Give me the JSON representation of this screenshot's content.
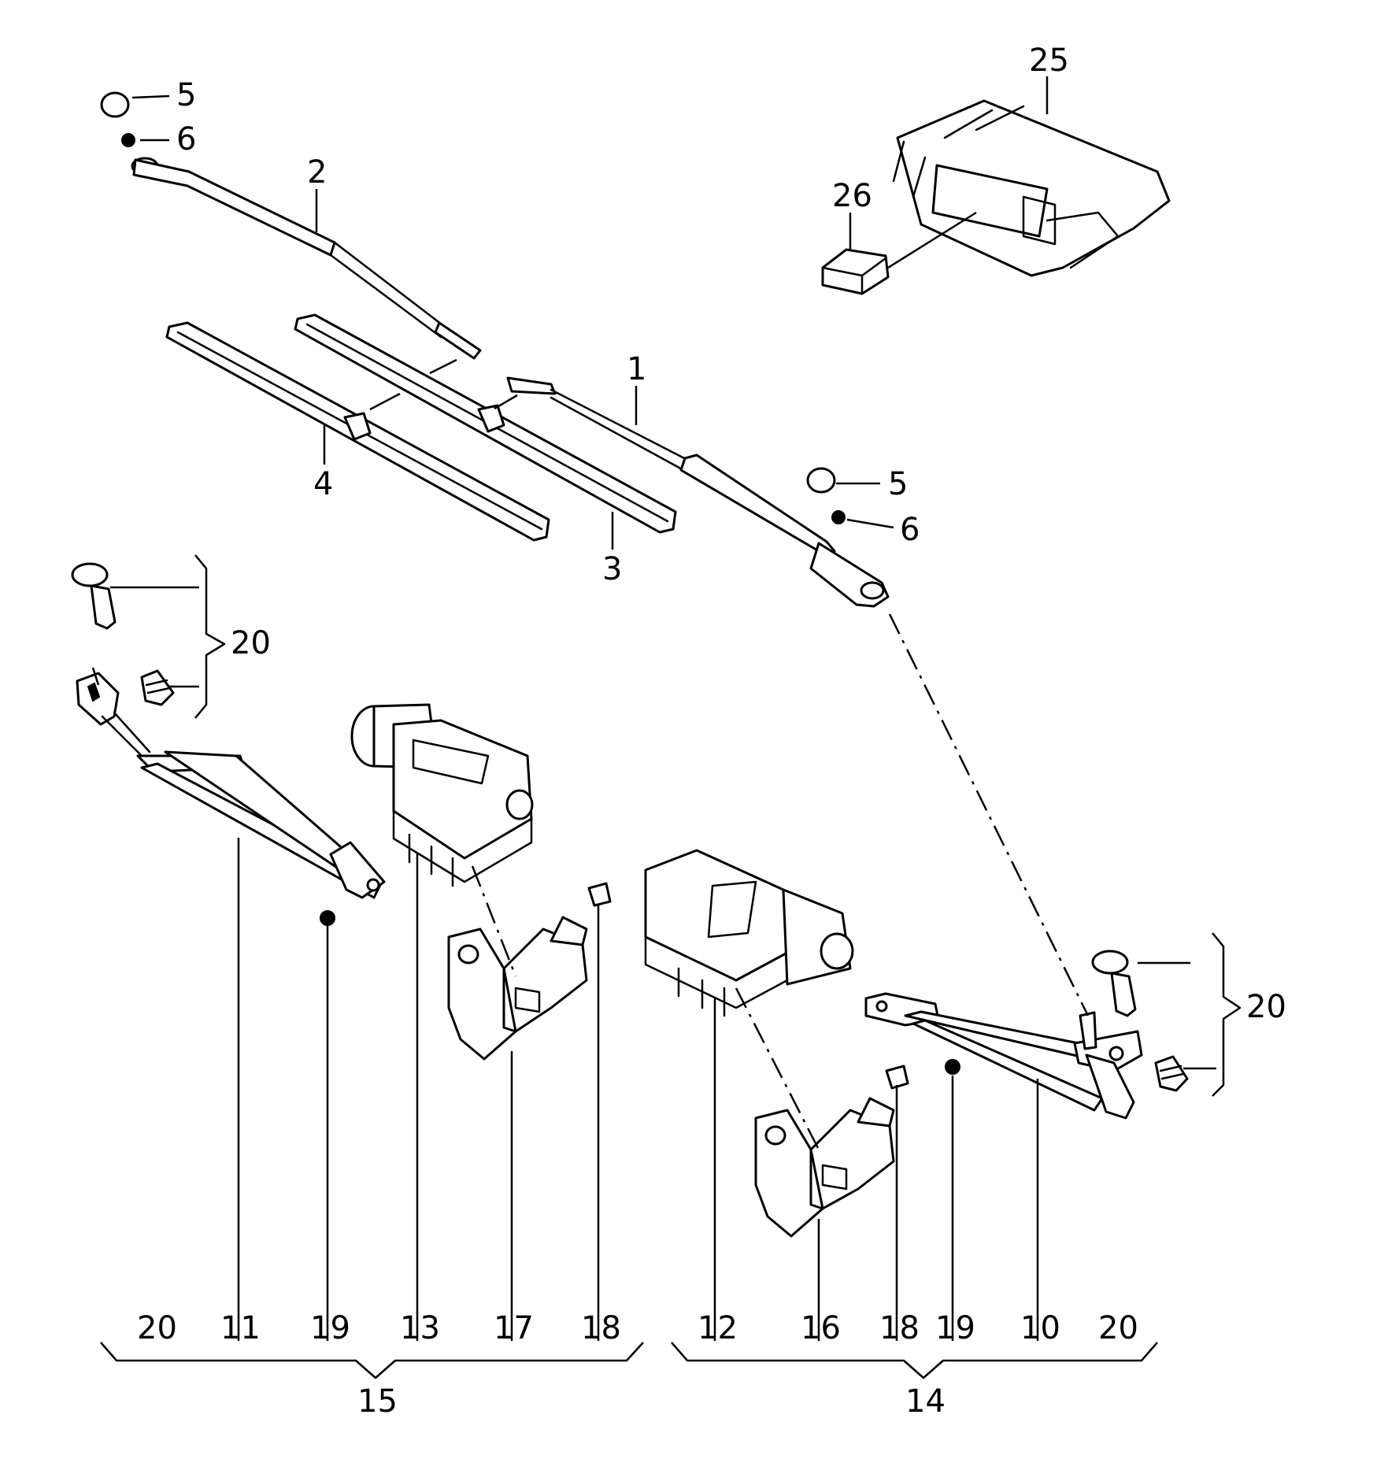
{
  "labels": {
    "p1": "1",
    "p2": "2",
    "p3": "3",
    "p4": "4",
    "p5a": "5",
    "p5b": "5",
    "p6a": "6",
    "p6b": "6",
    "p20a": "20",
    "p20b": "20",
    "p25": "25",
    "p26": "26",
    "b20L": "20",
    "b11": "11",
    "b19L": "19",
    "b13": "13",
    "b17": "17",
    "b18L": "18",
    "b12": "12",
    "b16": "16",
    "b18R": "18",
    "b19R": "19",
    "b10": "10",
    "b20R": "20",
    "g15": "15",
    "g14": "14"
  }
}
